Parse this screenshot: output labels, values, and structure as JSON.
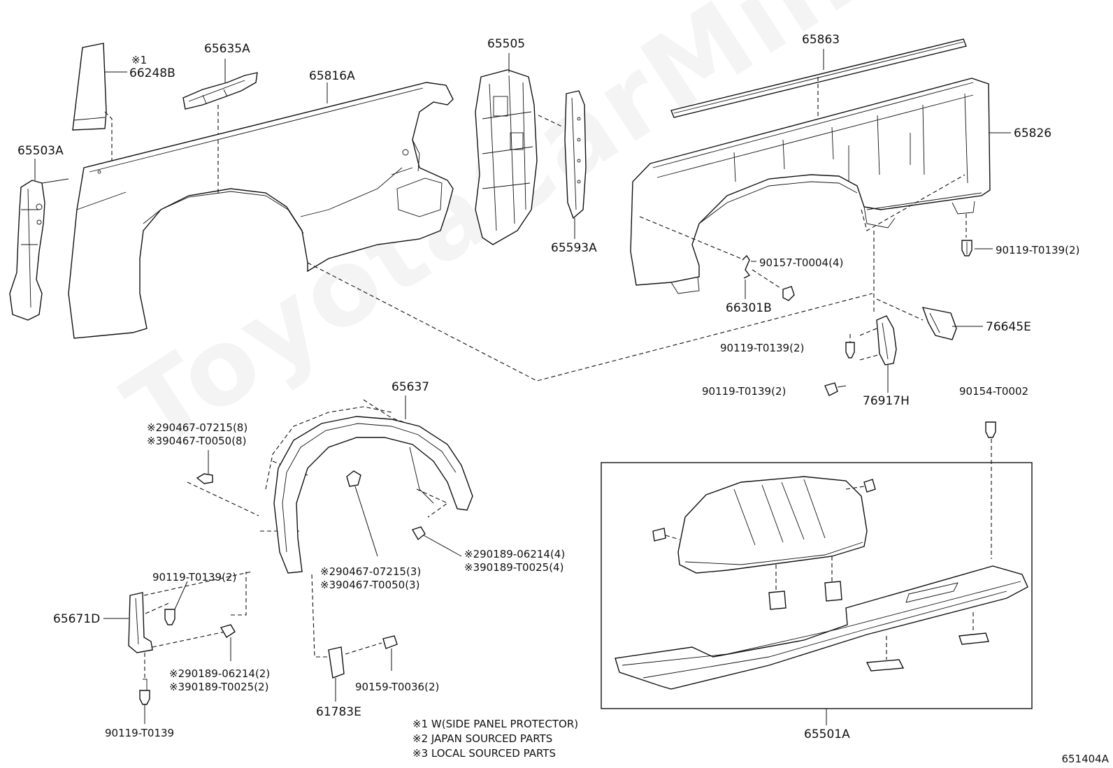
{
  "watermark": "ToyotaCarMine.ru",
  "diagram_code": "651404A",
  "footnotes": [
    "※1 W(SIDE PANEL PROTECTOR)",
    "※2 JAPAN SOURCED PARTS",
    "※3 LOCAL SOURCED PARTS"
  ],
  "parts": {
    "p66248b_note": "※1",
    "p66248b": "66248B",
    "p65635a": "65635A",
    "p65816a": "65816A",
    "p65505": "65505",
    "p65863": "65863",
    "p65826": "65826",
    "p65503a": "65503A",
    "p65593a": "65593A",
    "p90119_r": "90119-T0139(2)",
    "p90157": "90157-T0004(4)",
    "p66301b": "66301B",
    "p76645e": "76645E",
    "p90119_m1": "90119-T0139(2)",
    "p90119_m2": "90119-T0139(2)",
    "p76917h": "76917H",
    "p90154": "90154-T0002",
    "p65637": "65637",
    "p290467_8": "※290467-07215(8)",
    "p390467_8": "※390467-T0050(8)",
    "p290189_4": "※290189-06214(4)",
    "p390189_4": "※390189-T0025(4)",
    "p90119_l": "90119-T0139(2)",
    "p290467_3": "※290467-07215(3)",
    "p390467_3": "※390467-T0050(3)",
    "p65671d": "65671D",
    "p290189_2": "※290189-06214(2)",
    "p390189_2": "※390189-T0025(2)",
    "p90159": "90159-T0036(2)",
    "p90119_b": "90119-T0139",
    "p61783e": "61783E",
    "p65501a": "65501A"
  }
}
